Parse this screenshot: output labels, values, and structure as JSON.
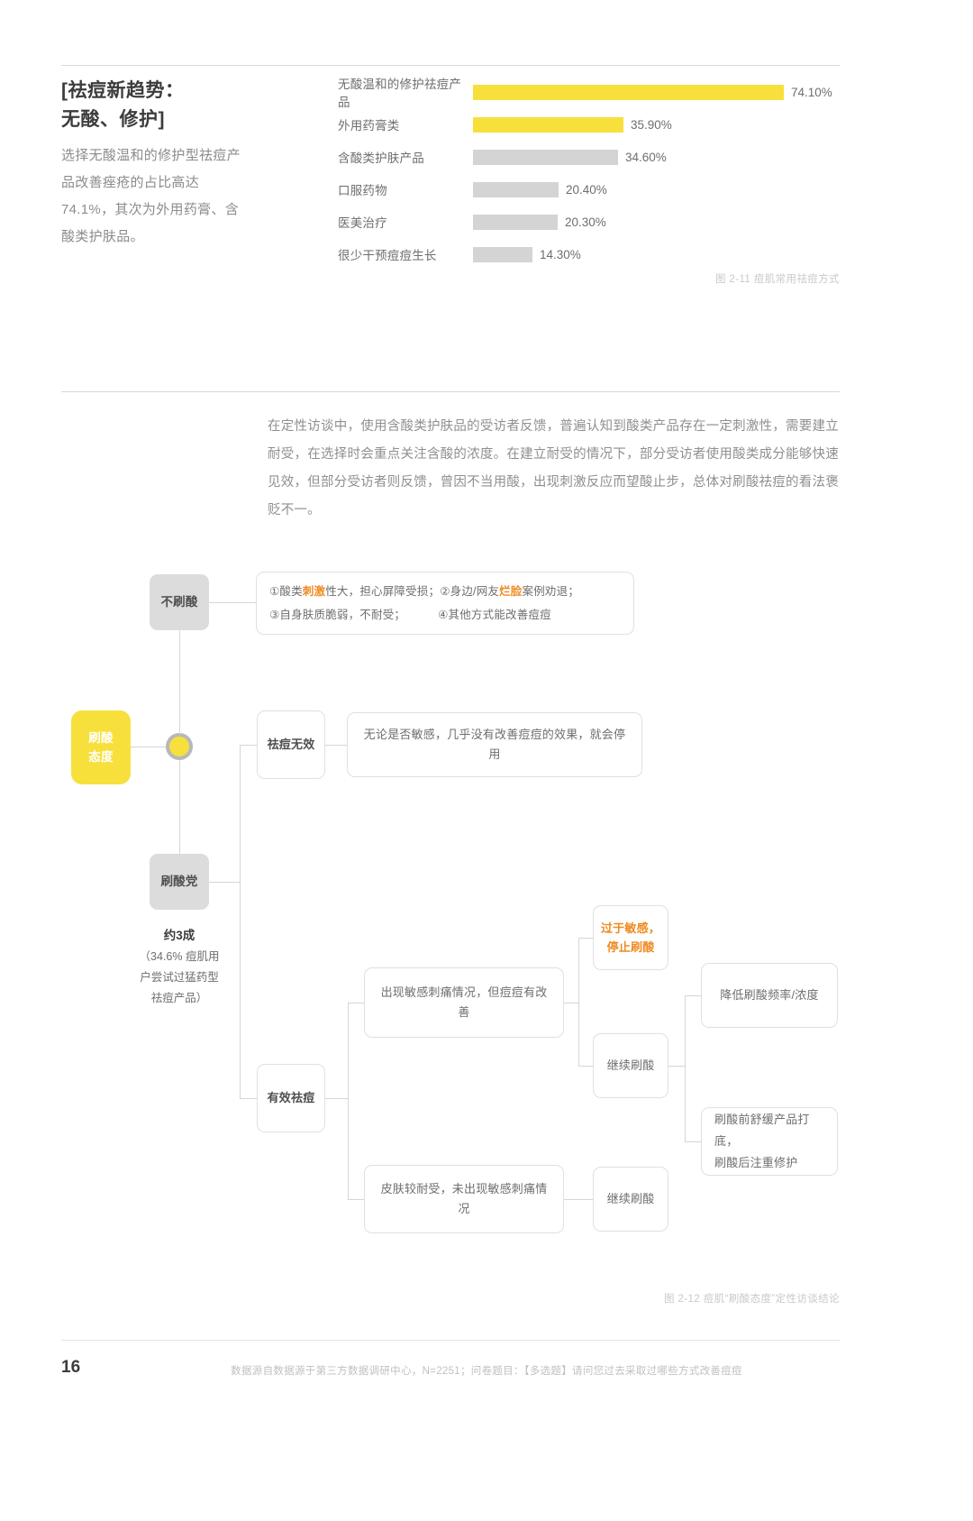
{
  "section1": {
    "title_line1": "[祛痘新趋势：",
    "title_line2": "无酸、修护]",
    "body": "选择无酸温和的修护型祛痘产品改善痤疮的占比高达 74.1%，其次为外用药膏、含酸类护肤品。",
    "figure_caption": "图 2-11  痘肌常用祛痘方式"
  },
  "chart_data": {
    "type": "bar",
    "title": "痘肌常用祛痘方式",
    "orientation": "horizontal",
    "categories": [
      "无酸温和的修护祛痘产品",
      "外用药膏类",
      "含酸类护肤产品",
      "口服药物",
      "医美治疗",
      "很少干预痘痘生长"
    ],
    "values": [
      74.1,
      35.9,
      34.6,
      20.4,
      20.3,
      14.3
    ],
    "value_labels": [
      "74.10%",
      "35.90%",
      "34.60%",
      "20.40%",
      "20.30%",
      "14.30%"
    ],
    "highlight_indices": [
      0,
      1
    ],
    "colors": {
      "highlight": "#f7e03c",
      "normal": "#d4d4d4"
    },
    "xlabel": "",
    "ylabel": "",
    "xlim": [
      0,
      74.1
    ],
    "grid": false,
    "legend": false
  },
  "paragraph": "在定性访谈中，使用含酸类护肤品的受访者反馈，普遍认知到酸类产品存在一定刺激性，需要建立耐受，在选择时会重点关注含酸的浓度。在建立耐受的情况下，部分受访者使用酸类成分能够快速见效，但部分受访者则反馈，曾因不当用酸，出现刺激反应而望酸止步，总体对刷酸祛痘的看法褒贬不一。",
  "diagram": {
    "root": "刷酸\n态度",
    "root_line1": "刷酸",
    "root_line2": "态度",
    "branch_no_acid": "不刷酸",
    "no_acid_reason_line1_a": "①酸类",
    "no_acid_reason_line1_hl1": "刺激",
    "no_acid_reason_line1_b": "性大，担心屏障受损；②身边/网友",
    "no_acid_reason_line1_hl2": "烂脸",
    "no_acid_reason_line1_c": "案例劝退；",
    "no_acid_reason_line2_a": "③自身肤质脆弱，不耐受；",
    "no_acid_reason_line2_b": "④其他方式能改善痘痘",
    "branch_acid": "刷酸党",
    "acid_note_bold": "约3成",
    "acid_note_line1": "（34.6%  痘肌用",
    "acid_note_line2": "户尝试过猛药型",
    "acid_note_line3": "祛痘产品）",
    "ineffective": "祛痘无效",
    "ineffective_desc": "无论是否敏感，几乎没有改善痘痘的效果，就会停用",
    "effective": "有效祛痘",
    "eff_case1": "出现敏感刺痛情况，但痘痘有改善",
    "eff_case1_out1_line1": "过于敏感，",
    "eff_case1_out1_line2": "停止刷酸",
    "eff_case1_out2": "继续刷酸",
    "eff_case1_out2_a": "降低刷酸频率/浓度",
    "eff_case1_out2_b_line1": "刷酸前舒缓产品打底，",
    "eff_case1_out2_b_line2": "刷酸后注重修护",
    "eff_case2": "皮肤较耐受，未出现敏感刺痛情况",
    "eff_case2_out": "继续刷酸",
    "figure_caption": "图 2-12  痘肌“刷酸态度”定性访谈结论"
  },
  "footer": {
    "page_number": "16",
    "source": "数据源自数据源于第三方数据调研中心，N=2251；问卷题目：【多选题】请问您过去采取过哪些方式改善痘痘"
  }
}
